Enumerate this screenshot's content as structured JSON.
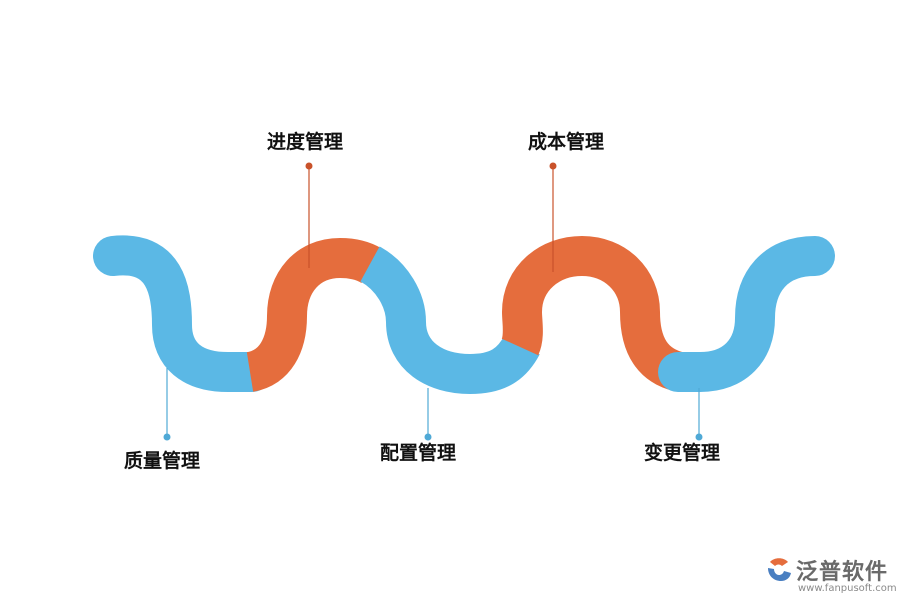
{
  "items": [
    {
      "label": "质量管理",
      "color": "#5BB8E5"
    },
    {
      "label": "进度管理",
      "color": "#E56D3D"
    },
    {
      "label": "配置管理",
      "color": "#5BB8E5"
    },
    {
      "label": "成本管理",
      "color": "#E56D3D"
    },
    {
      "label": "变更管理",
      "color": "#5BB8E5"
    }
  ],
  "colors": {
    "blue": "#5BB8E5",
    "orange": "#E56D3D",
    "blue_line": "#4FA9D6",
    "orange_line": "#C9522A"
  },
  "logo": {
    "name": "泛普软件",
    "url": "www.fanpusoft.com",
    "icon": "fanpu-logo-icon"
  }
}
